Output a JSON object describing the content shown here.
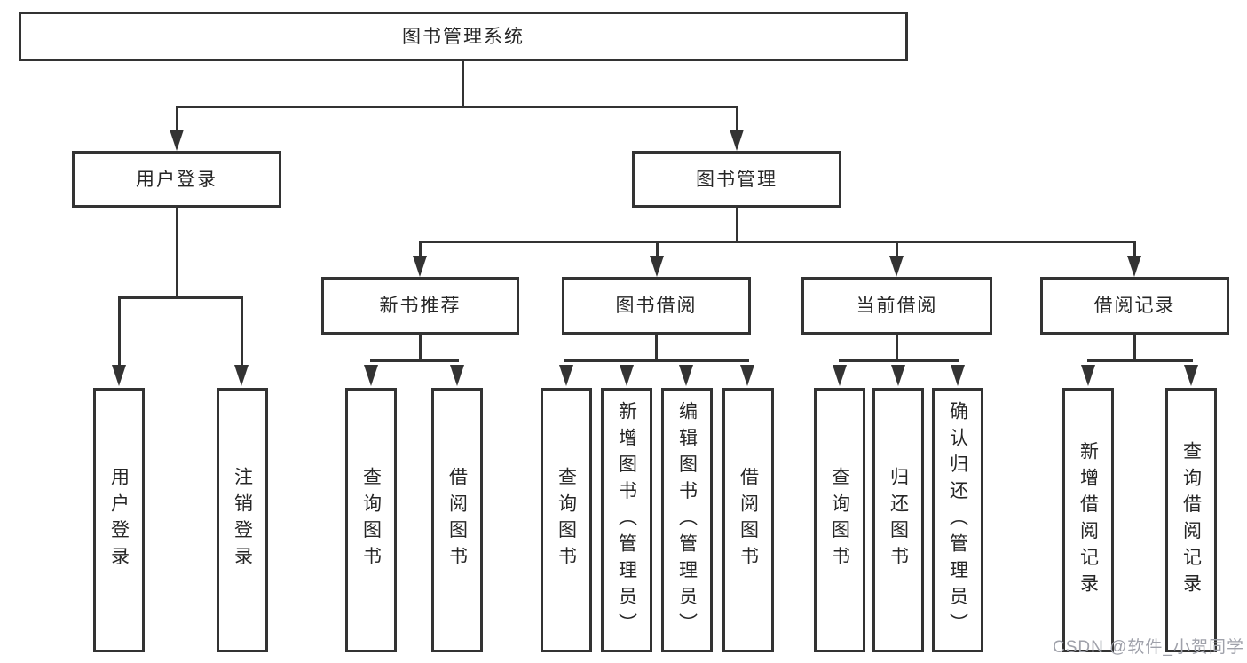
{
  "diagram": {
    "root_label": "图书管理系统",
    "user_login": {
      "label": "用户登录",
      "children": [
        {
          "label": "用户登录"
        },
        {
          "label": "注销登录"
        }
      ]
    },
    "book_mgmt": {
      "label": "图书管理"
    },
    "modules": [
      {
        "label": "新书推荐",
        "children": [
          {
            "label": "查询图书"
          },
          {
            "label": "借阅图书"
          }
        ]
      },
      {
        "label": "图书借阅",
        "children": [
          {
            "label": "查询图书"
          },
          {
            "label": "新增图书（管理员）"
          },
          {
            "label": "编辑图书（管理员）"
          },
          {
            "label": "借阅图书"
          }
        ]
      },
      {
        "label": "当前借阅",
        "children": [
          {
            "label": "查询图书"
          },
          {
            "label": "归还图书"
          },
          {
            "label": "确认归还（管理员）"
          }
        ]
      },
      {
        "label": "借阅记录",
        "children": [
          {
            "label": "新增借阅记录"
          },
          {
            "label": "查询借阅记录"
          }
        ]
      }
    ]
  },
  "watermark": {
    "text": "CSDN @软件_小贺同学"
  },
  "colors": {
    "line": "#333333",
    "text": "#262626",
    "box_bg": "#ffffff",
    "page_bg": "#ffffff",
    "watermark": "#9fa1aa"
  }
}
